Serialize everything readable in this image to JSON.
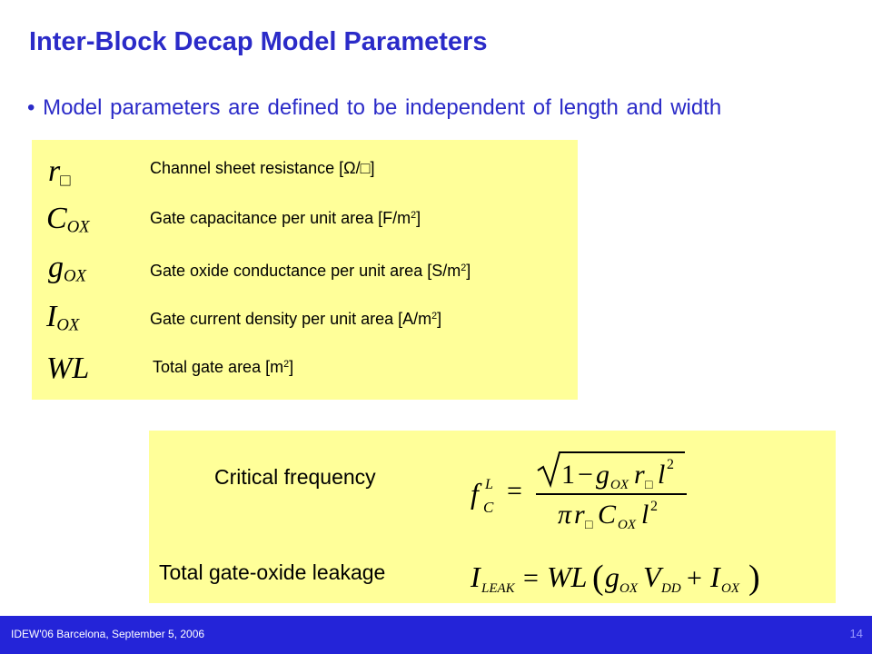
{
  "slide": {
    "title": "Inter-Block Decap Model Parameters",
    "bullet": "• Model parameters are defined to be independent of length and width"
  },
  "parameters": [
    {
      "symbol": "r",
      "symbol_sub": "□",
      "description": "Channel sheet resistance [Ω/□]",
      "unit_exp": ""
    },
    {
      "symbol": "C",
      "symbol_sub": "OX",
      "description": "Gate capacitance per unit area [F/m",
      "unit_exp": "2",
      "desc_end": "]"
    },
    {
      "symbol": "g",
      "symbol_sub": "OX",
      "description": "Gate oxide conductance per unit area [S/m",
      "unit_exp": "2",
      "desc_end": "]"
    },
    {
      "symbol": "I",
      "symbol_sub": "OX",
      "description": "Gate current density per unit area [A/m",
      "unit_exp": "2",
      "desc_end": "]"
    },
    {
      "symbol": "WL",
      "symbol_sub": "",
      "description": "Total gate area [m",
      "unit_exp": "2",
      "desc_end": "]"
    }
  ],
  "equations": {
    "critical_frequency_label": "Critical frequency",
    "leakage_label": "Total gate-oxide leakage"
  },
  "footer": {
    "text": "IDEW'06 Barcelona, September 5, 2006",
    "page": "14"
  }
}
